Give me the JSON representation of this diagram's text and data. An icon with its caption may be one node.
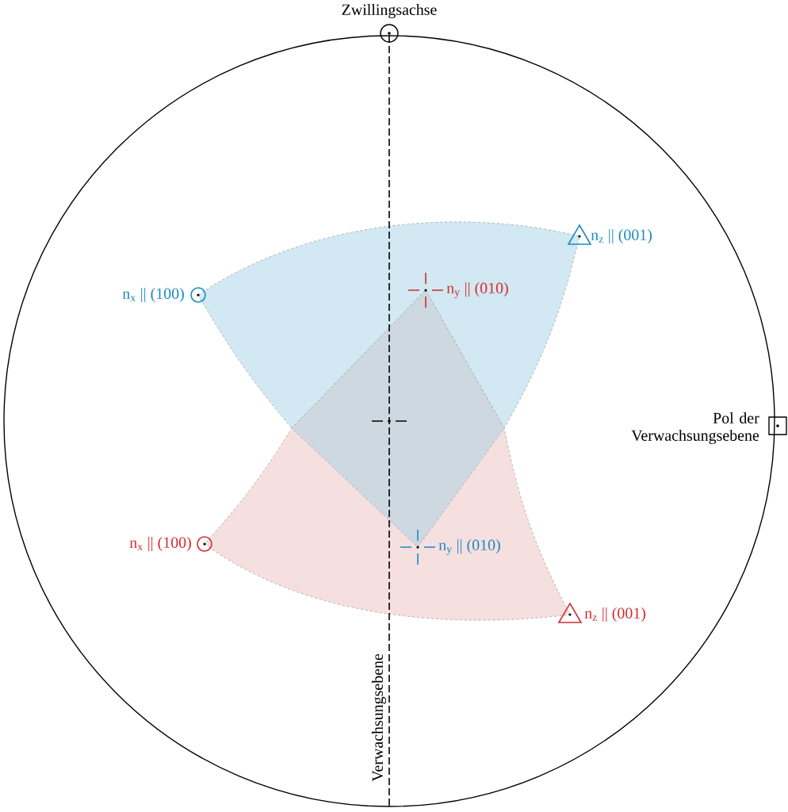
{
  "diagram": {
    "labels": [
      "Zwillingsachse",
      "n$_{z}$ || (001)",
      "n$_{x}$ || (100)",
      "n$_{y}$ || (010)",
      "Pol der Verwachsungsebene",
      "n$_{x}$ || (100)",
      "n$_{y}$ || (010)",
      "n$_{z}$ || (001)",
      "Verwachsungsebene"
    ]
  }
}
